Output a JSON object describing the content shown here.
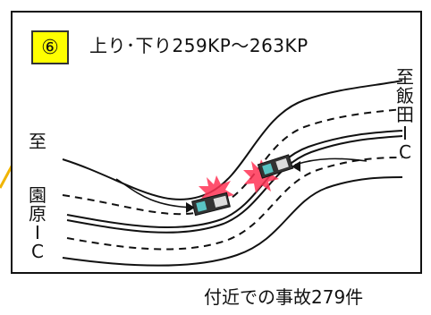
{
  "badge": {
    "number": "⑥"
  },
  "title": "上り･下り259KP～263KP",
  "left_destination": {
    "to": "至",
    "name": [
      "園",
      "原",
      "I",
      "C"
    ]
  },
  "right_destination": {
    "to": "至",
    "name": [
      "飯",
      "田",
      "I",
      "C"
    ]
  },
  "caption": "付近での事故279件",
  "colors": {
    "badge_bg": "#ffff00",
    "crash": "#ff3355",
    "road_line": "#111111",
    "car_window": "#59c3c3"
  },
  "icons": [
    "left-vehicle-icon",
    "right-vehicle-icon",
    "crash-burst-icon",
    "callout-pointer"
  ]
}
